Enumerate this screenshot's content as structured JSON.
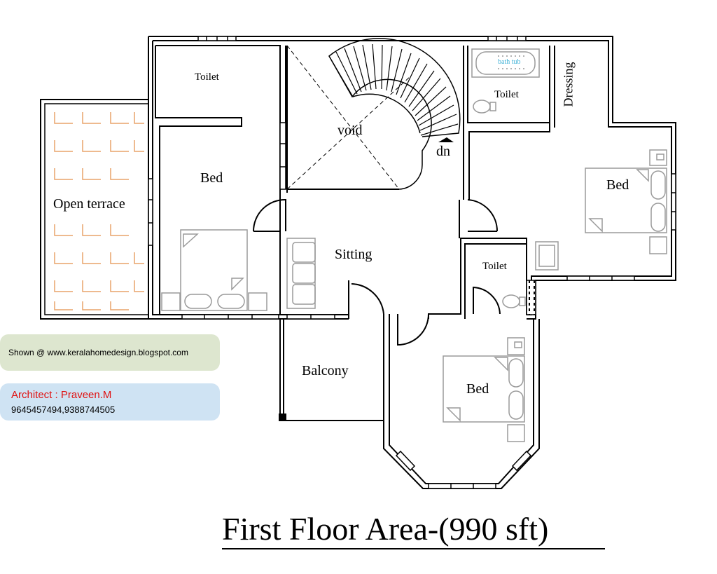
{
  "rooms": {
    "toilet_left": "Toilet",
    "bed_left": "Bed",
    "open_terrace": "Open terrace",
    "void": "void",
    "dn": "dn",
    "bath_tub": "bath tub",
    "toilet_top_right": "Toilet",
    "dressing": "Dressing",
    "bed_right": "Bed",
    "sitting": "Sitting",
    "toilet_mid_right": "Toilet",
    "balcony": "Balcony",
    "bed_bottom": "Bed"
  },
  "credits": {
    "shown_at": "Shown @  www.keralahomedesign.blogspot.com",
    "architect": "Architect : Praveen.M",
    "phones": "9645457494,9388744505"
  },
  "title": "First Floor Area-(990 sft)",
  "colors": {
    "wall": "#000000",
    "furniture": "#9a9a9a",
    "terrace_tile": "#e8a36a",
    "bathtub_label": "#44b4d8",
    "architect_text": "#e01010",
    "pill_green": "#dde6cf",
    "pill_blue": "#cfe3f3"
  }
}
